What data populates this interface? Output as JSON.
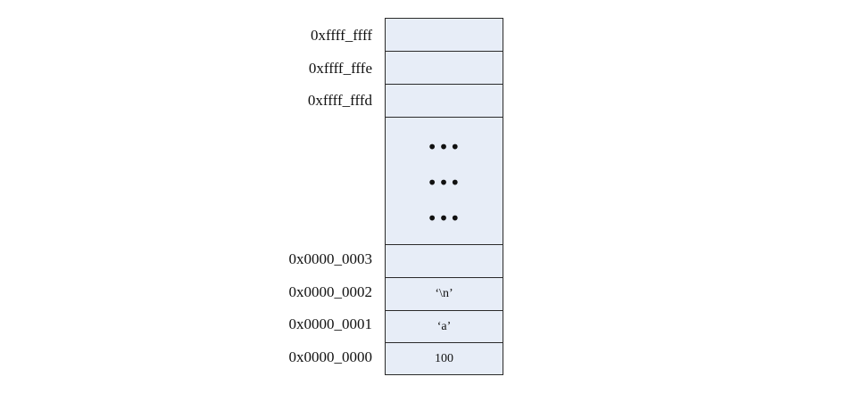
{
  "diagram": {
    "rows": [
      {
        "address": "0xffff_ffff",
        "value": ""
      },
      {
        "address": "0xffff_fffe",
        "value": ""
      },
      {
        "address": "0xffff_fffd",
        "value": ""
      },
      {
        "address": "",
        "value": ""
      },
      {
        "address": "0x0000_0003",
        "value": ""
      },
      {
        "address": "0x0000_0002",
        "value": "‘\\n’"
      },
      {
        "address": "0x0000_0001",
        "value": "‘a’"
      },
      {
        "address": "0x0000_0000",
        "value": "100"
      }
    ],
    "ellipsis": [
      "•••",
      "•••",
      "•••"
    ]
  }
}
